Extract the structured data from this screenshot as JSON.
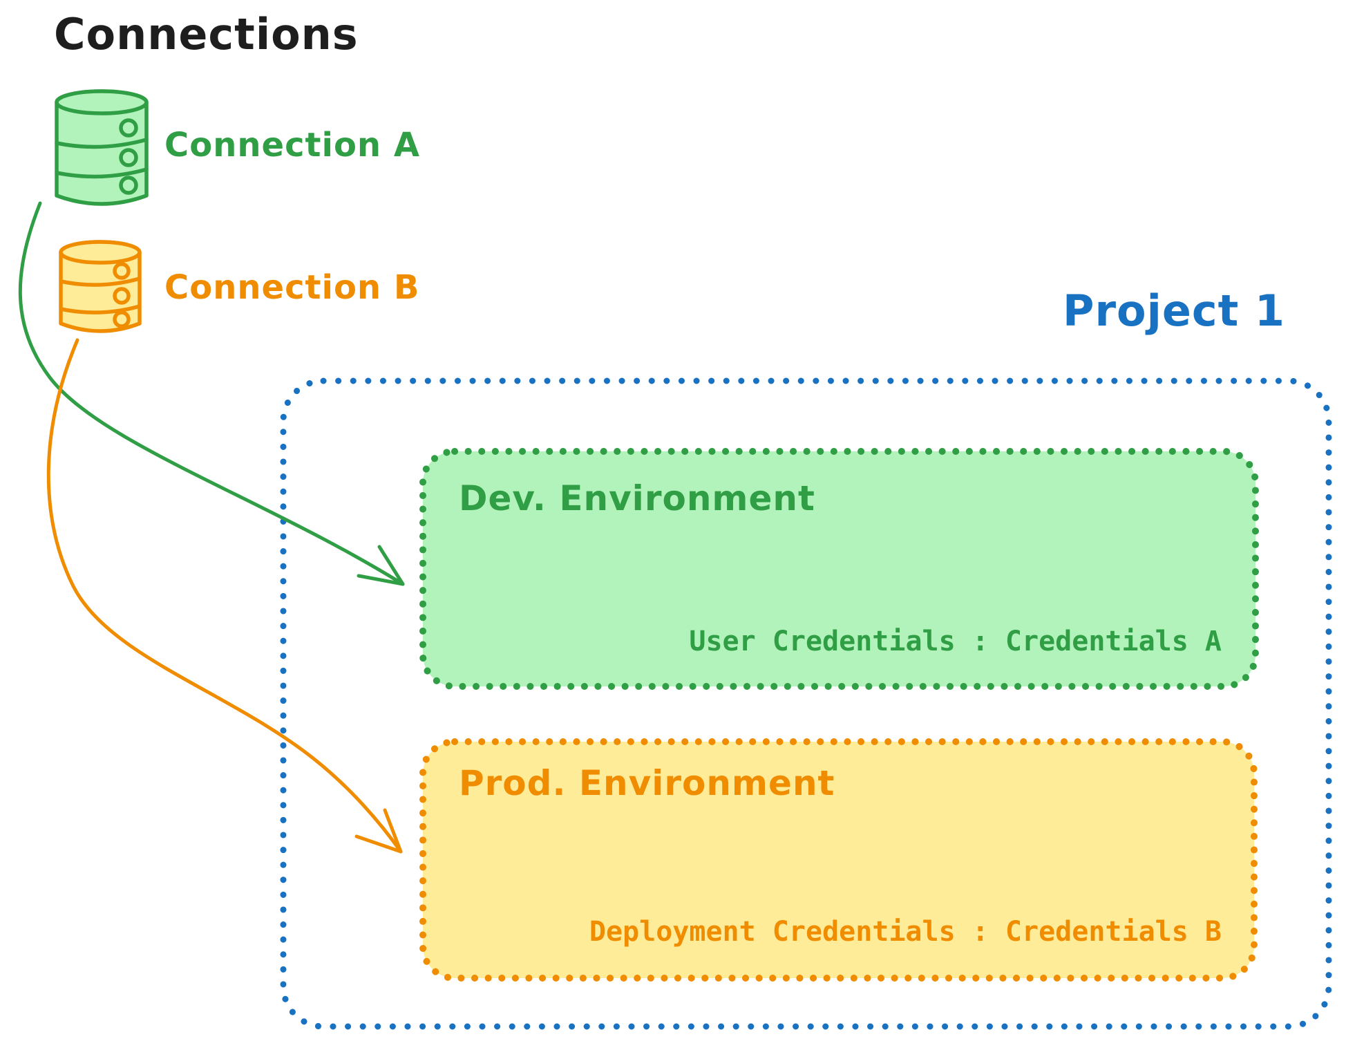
{
  "colors": {
    "black": "#1e1e1e",
    "green": "#2f9e44",
    "green_fill": "#b2f2bb",
    "orange": "#f08c00",
    "orange_fill": "#ffec99",
    "blue": "#1971c2"
  },
  "legend": {
    "title": "Connections"
  },
  "connections": [
    {
      "id": "A",
      "label": "Connection A",
      "icon": "database-icon",
      "color": "#2f9e44"
    },
    {
      "id": "B",
      "label": "Connection B",
      "icon": "database-icon",
      "color": "#f08c00"
    }
  ],
  "project": {
    "title": "Project 1",
    "environments": [
      {
        "name": "Dev. Environment",
        "credentials_label": "User Credentials : Credentials A",
        "linked_connection": "Connection A",
        "color": "#2f9e44"
      },
      {
        "name": "Prod. Environment",
        "credentials_label": "Deployment Credentials : Credentials B",
        "linked_connection": "Connection B",
        "color": "#f08c00"
      }
    ]
  }
}
